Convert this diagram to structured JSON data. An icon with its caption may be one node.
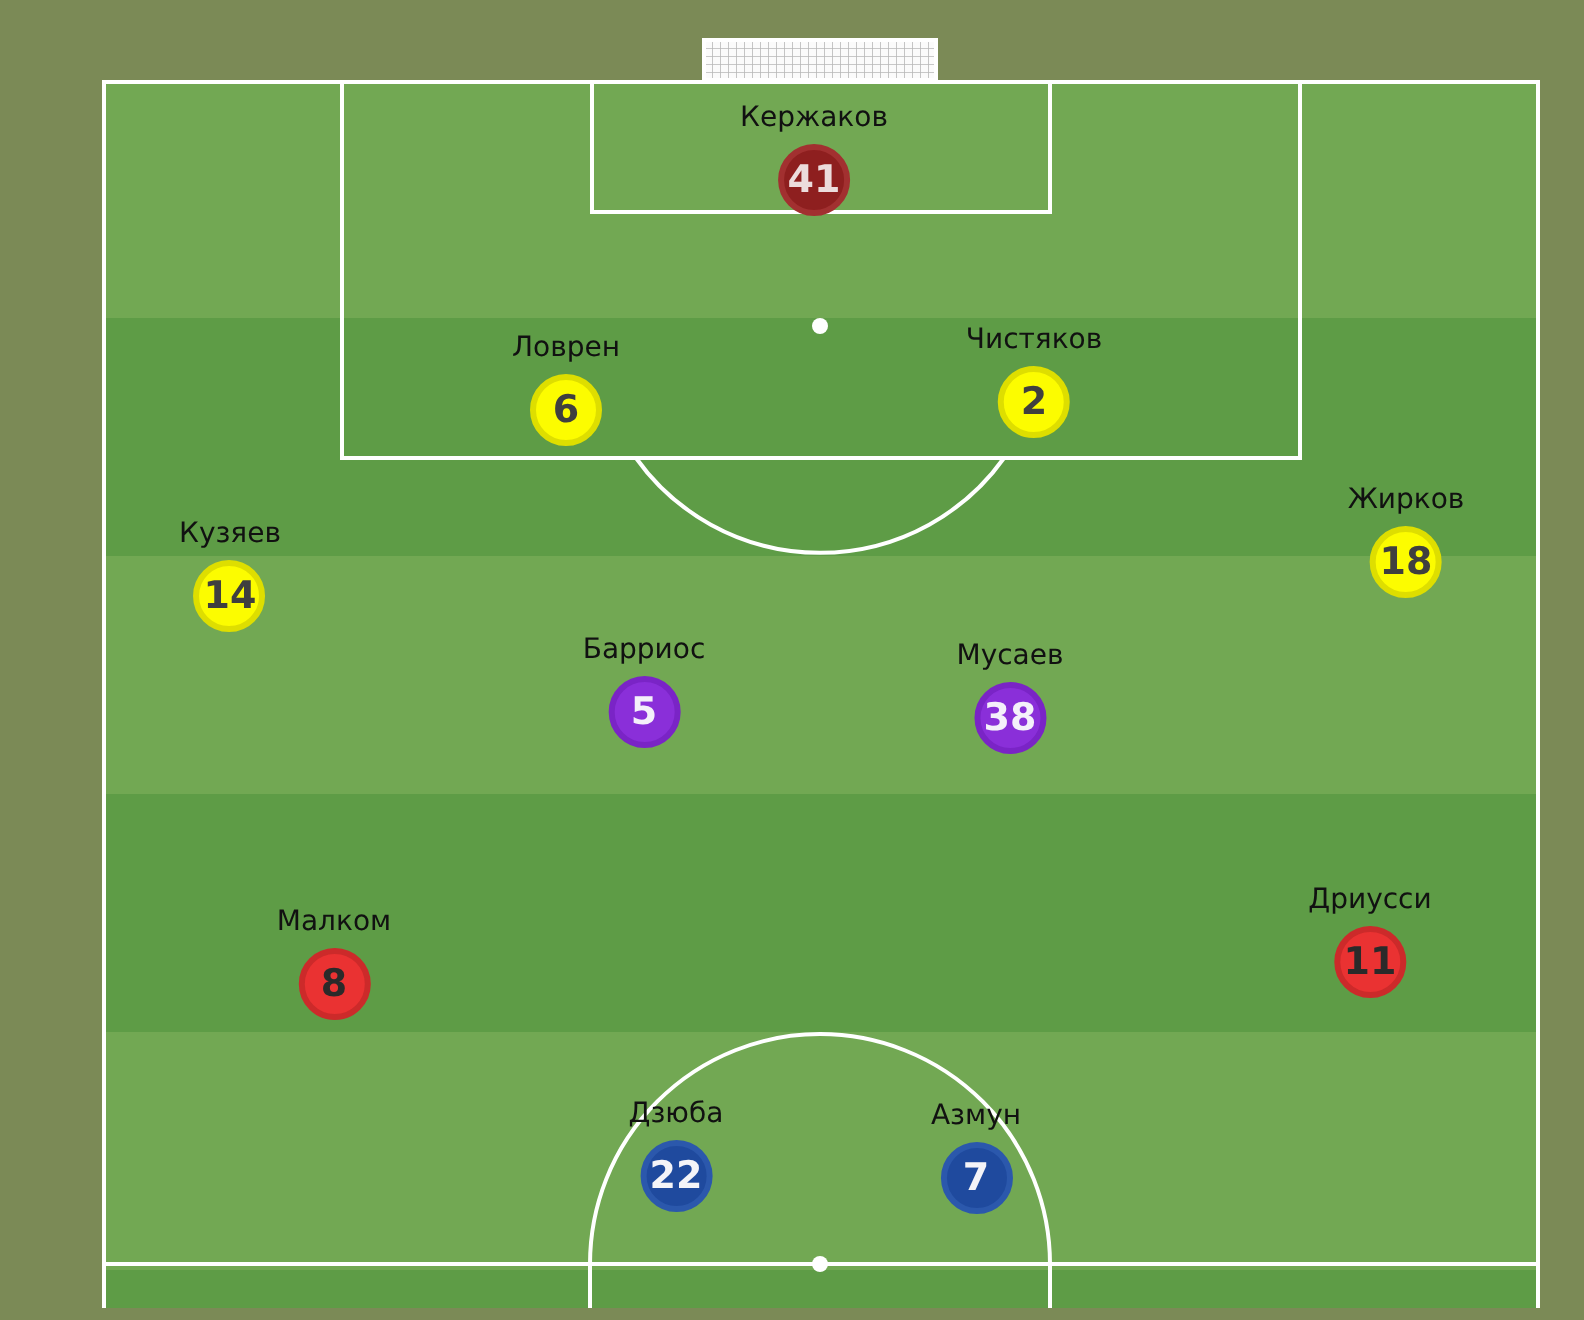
{
  "diagram": {
    "nodes": [
      {
        "text": [
          "41"
        ],
        "beside": [
          "Кержаков"
        ]
      },
      {
        "text": [
          "6"
        ],
        "beside": [
          "Ловрен"
        ]
      },
      {
        "text": [
          "2"
        ],
        "beside": [
          "Чистяков"
        ]
      },
      {
        "text": [
          "14"
        ],
        "beside": [
          "Кузяев"
        ]
      },
      {
        "text": [
          "18"
        ],
        "beside": [
          "Жирков"
        ]
      },
      {
        "text": [
          "5"
        ],
        "beside": [
          "Барриос"
        ]
      },
      {
        "text": [
          "38"
        ],
        "beside": [
          "Мусаев"
        ]
      },
      {
        "text": [
          "8"
        ],
        "beside": [
          "Малком"
        ]
      },
      {
        "text": [
          "11"
        ],
        "beside": [
          "Дриусси"
        ]
      },
      {
        "text": [
          "22"
        ],
        "beside": [
          "Дзюба"
        ]
      },
      {
        "text": [
          "7"
        ],
        "beside": [
          "Азмун"
        ]
      }
    ]
  }
}
